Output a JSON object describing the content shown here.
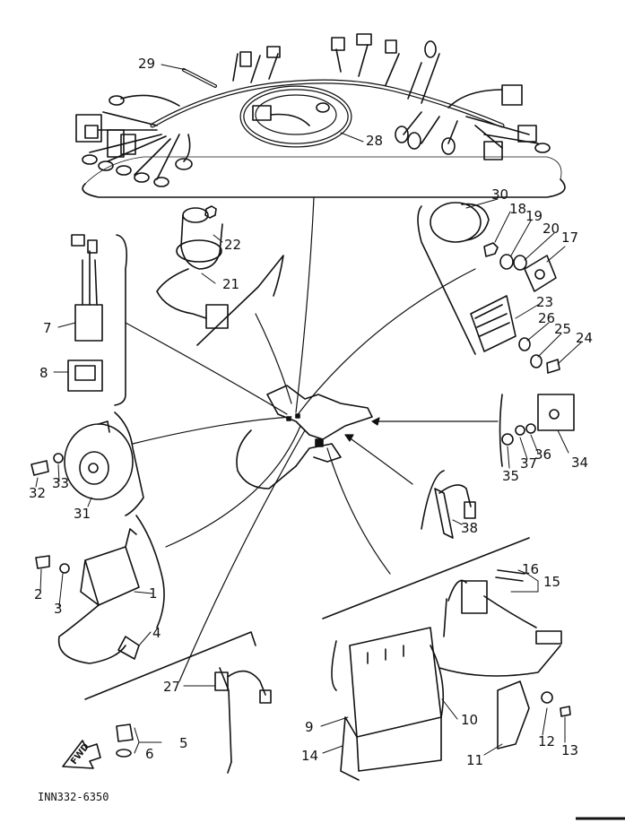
{
  "diagram": {
    "drawing_code": "INN332-6350",
    "direction_marker": "FWD",
    "callouts": [
      {
        "id": "1",
        "label": "1"
      },
      {
        "id": "2",
        "label": "2"
      },
      {
        "id": "3",
        "label": "3"
      },
      {
        "id": "4",
        "label": "4"
      },
      {
        "id": "5",
        "label": "5"
      },
      {
        "id": "6",
        "label": "6"
      },
      {
        "id": "7",
        "label": "7"
      },
      {
        "id": "8",
        "label": "8"
      },
      {
        "id": "9",
        "label": "9"
      },
      {
        "id": "10",
        "label": "10"
      },
      {
        "id": "11",
        "label": "11"
      },
      {
        "id": "12",
        "label": "12"
      },
      {
        "id": "13",
        "label": "13"
      },
      {
        "id": "14",
        "label": "14"
      },
      {
        "id": "15",
        "label": "15"
      },
      {
        "id": "16",
        "label": "16"
      },
      {
        "id": "17",
        "label": "17"
      },
      {
        "id": "18",
        "label": "18"
      },
      {
        "id": "19",
        "label": "19"
      },
      {
        "id": "20",
        "label": "20"
      },
      {
        "id": "21",
        "label": "21"
      },
      {
        "id": "22",
        "label": "22"
      },
      {
        "id": "23",
        "label": "23"
      },
      {
        "id": "24",
        "label": "24"
      },
      {
        "id": "25",
        "label": "25"
      },
      {
        "id": "26",
        "label": "26"
      },
      {
        "id": "27",
        "label": "27"
      },
      {
        "id": "28",
        "label": "28"
      },
      {
        "id": "29",
        "label": "29"
      },
      {
        "id": "30",
        "label": "30"
      },
      {
        "id": "31",
        "label": "31"
      },
      {
        "id": "32",
        "label": "32"
      },
      {
        "id": "33",
        "label": "33"
      },
      {
        "id": "34",
        "label": "34"
      },
      {
        "id": "35",
        "label": "35"
      },
      {
        "id": "36",
        "label": "36"
      },
      {
        "id": "37",
        "label": "37"
      },
      {
        "id": "38",
        "label": "38"
      }
    ]
  }
}
